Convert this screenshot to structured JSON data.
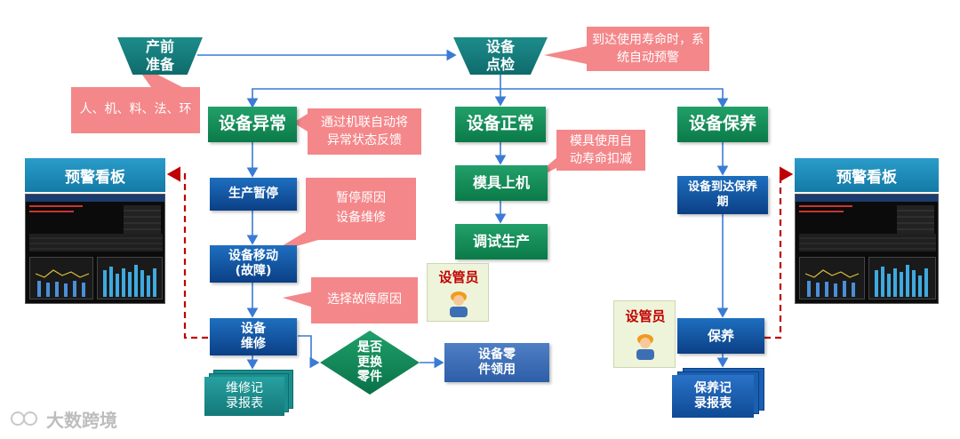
{
  "nodes": {
    "pre_production": "产前\n准备",
    "equipment_check": "设备\n点检",
    "abnormal": "设备异常",
    "normal": "设备正常",
    "maintenance": "设备保养",
    "production_pause": "生产暂停",
    "equipment_move": "设备移动\n(故障)",
    "equipment_repair": "设备\n维修",
    "mold_on": "模具上机",
    "trial_production": "调试生产",
    "maintenance_due": "设备到达保养\n期",
    "upkeep": "保养",
    "replace_parts_decision": "是否\n更换\n零件",
    "parts_requisition": "设备零\n件领用",
    "repair_record": "维修记\n录报表",
    "upkeep_record": "保养记\n录报表"
  },
  "callouts": {
    "people_machine": "人、机、料、法、环",
    "life_warning": "到达使用寿命时，系\n统自动预警",
    "auto_feedback": "通过机联自动将\n异常状态反馈",
    "mold_life": "模具使用自\n动寿命扣减",
    "pause_reason": "暂停原因\n设备维修",
    "fault_reason": "选择故障原因"
  },
  "boards": {
    "left_title": "预警看板",
    "right_title": "预警看板"
  },
  "roles": {
    "equipment_manager_1": "设管员",
    "equipment_manager_2": "设管员"
  },
  "watermark": "大数跨境",
  "colors": {
    "green_node": "#0a7a48",
    "blue_node": "#0b3f85",
    "teal_node": "#0f6b6b",
    "callout": "#f4878a",
    "arrow": "#3a7bd5",
    "dashed_arrow": "#c00000"
  }
}
